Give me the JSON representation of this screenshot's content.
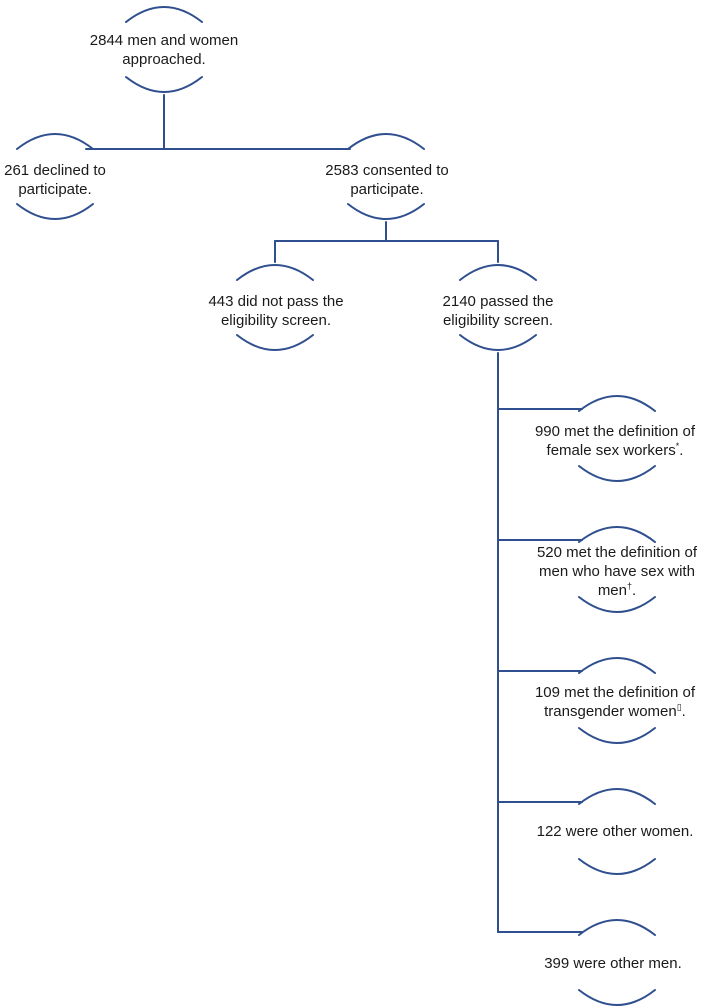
{
  "colors": {
    "line": "#2F4F8F",
    "text": "#1a1a1a",
    "background": "#ffffff"
  },
  "nodes": {
    "approached": {
      "line1": "2844 men and women",
      "line2": "approached."
    },
    "declined": {
      "line1": "261 declined to",
      "line2": "participate."
    },
    "consented": {
      "line1": "2583 consented to",
      "line2": "participate."
    },
    "not_eligible": {
      "line1": "443 did not pass the",
      "line2": "eligibility screen."
    },
    "eligible": {
      "line1": "2140 passed the",
      "line2": "eligibility screen."
    },
    "fsw": {
      "line1": "990 met the definition of",
      "line2": "female sex workers",
      "mark": "*",
      "tail": "."
    },
    "msm": {
      "line1": "520 met the definition of",
      "line2": "men who have sex with",
      "line3": "men",
      "mark": "†",
      "tail": "."
    },
    "tgw": {
      "line1": "109 met the definition of",
      "line2": "transgender women",
      "mark": "▯",
      "tail": "."
    },
    "other_women": {
      "line1": "122 were other women."
    },
    "other_men": {
      "line1": "399 were other men."
    }
  }
}
